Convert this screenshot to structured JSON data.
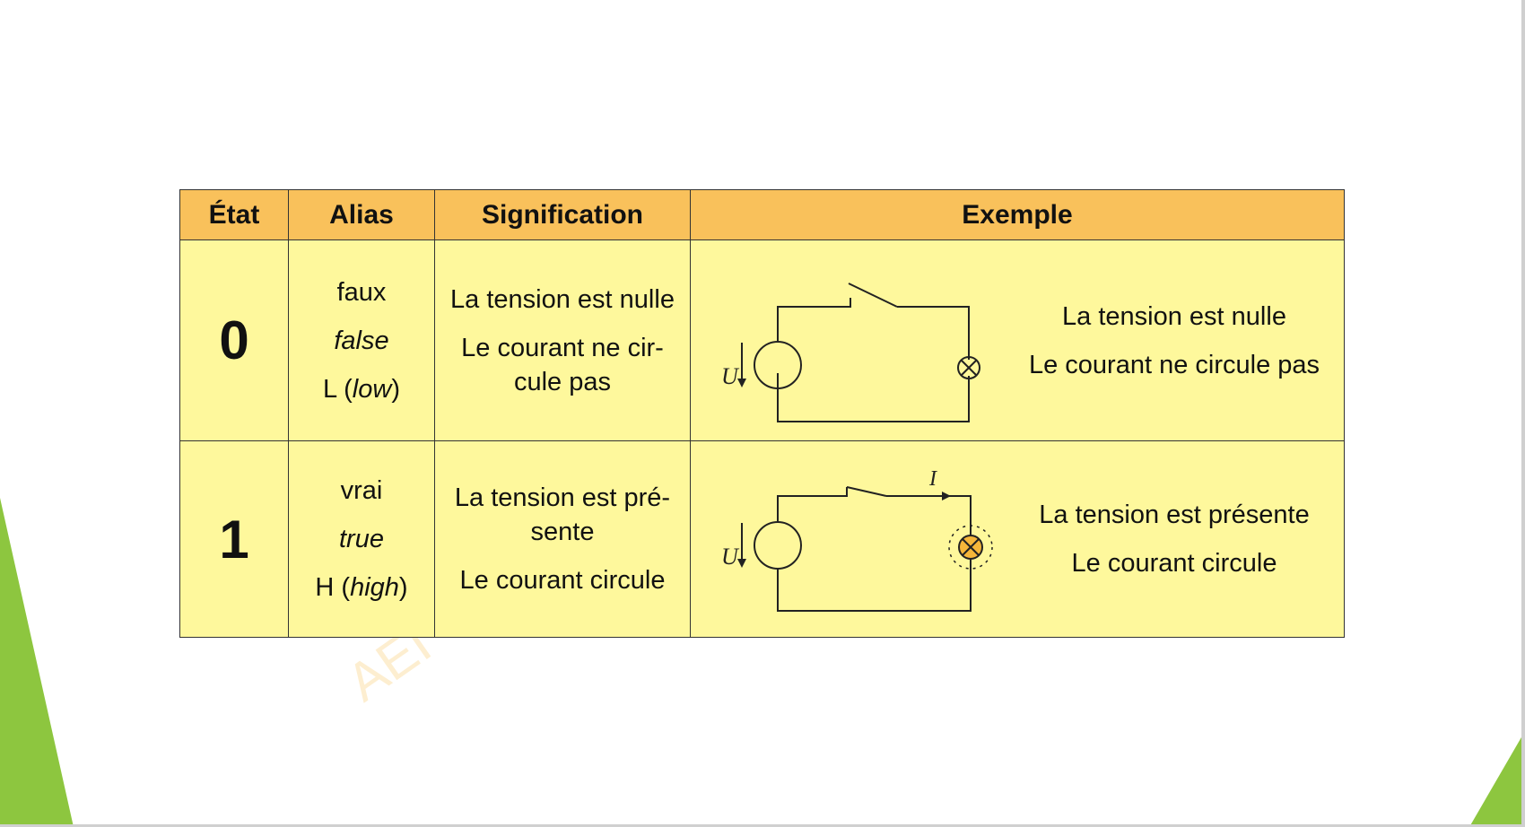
{
  "table": {
    "headers": [
      "État",
      "Alias",
      "Signification",
      "Exemple"
    ],
    "rows": [
      {
        "state": "0",
        "aliases": {
          "a1": "faux",
          "a2": "false",
          "a3_prefix": "L (",
          "a3_word": "low",
          "a3_suffix": ")"
        },
        "signification": {
          "line1": "La tension est nulle",
          "line2": "Le courant ne cir-",
          "line3": "cule pas"
        },
        "example": {
          "line1": "La tension est nulle",
          "line2": "Le courant ne circule pas"
        },
        "circuit": {
          "switch": "open",
          "lamp": "off",
          "voltage_label": "U"
        }
      },
      {
        "state": "1",
        "aliases": {
          "a1": "vrai",
          "a2": "true",
          "a3_prefix": "H (",
          "a3_word": "high",
          "a3_suffix": ")"
        },
        "signification": {
          "line1": "La tension est pré-",
          "line2": "sente",
          "line3": "Le courant circule"
        },
        "example": {
          "line1": "La tension est présente",
          "line2": "Le courant circule"
        },
        "circuit": {
          "switch": "closed",
          "lamp": "on",
          "voltage_label": "U",
          "current_label": "I"
        }
      }
    ]
  },
  "watermark": "AEI",
  "colors": {
    "header_bg": "#f9c15b",
    "cell_bg": "#fef89c",
    "lamp_on": "#f5b63a",
    "accent_green": "#8dc63f"
  }
}
